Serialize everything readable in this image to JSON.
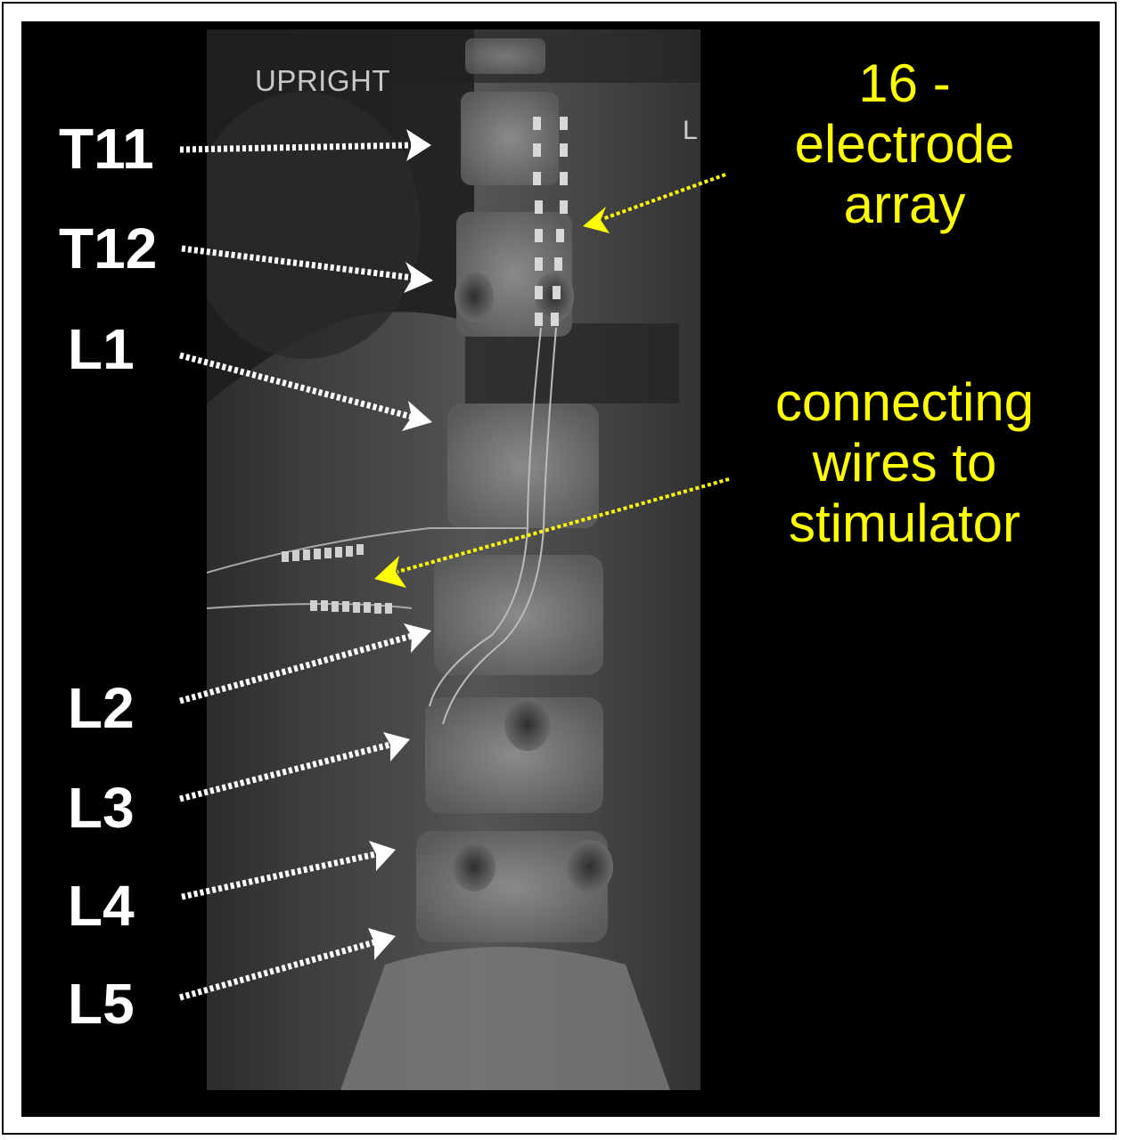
{
  "xray": {
    "view_label": "UPRIGHT",
    "side_marker": "L"
  },
  "vertebra_labels": [
    "T11",
    "T12",
    "L1",
    "L2",
    "L3",
    "L4",
    "L5"
  ],
  "annotations": {
    "electrode_array": "16 - electrode array",
    "electrode_array_lines": [
      "16 -",
      "electrode",
      "array"
    ],
    "connecting_wires": "connecting wires to stimulator",
    "connecting_wires_lines": [
      "connecting",
      "wires to",
      "stimulator"
    ]
  },
  "colors": {
    "background": "#000000",
    "vertebra_label": "#ffffff",
    "annotation": "#ffff00",
    "frame": "#ffffff"
  }
}
